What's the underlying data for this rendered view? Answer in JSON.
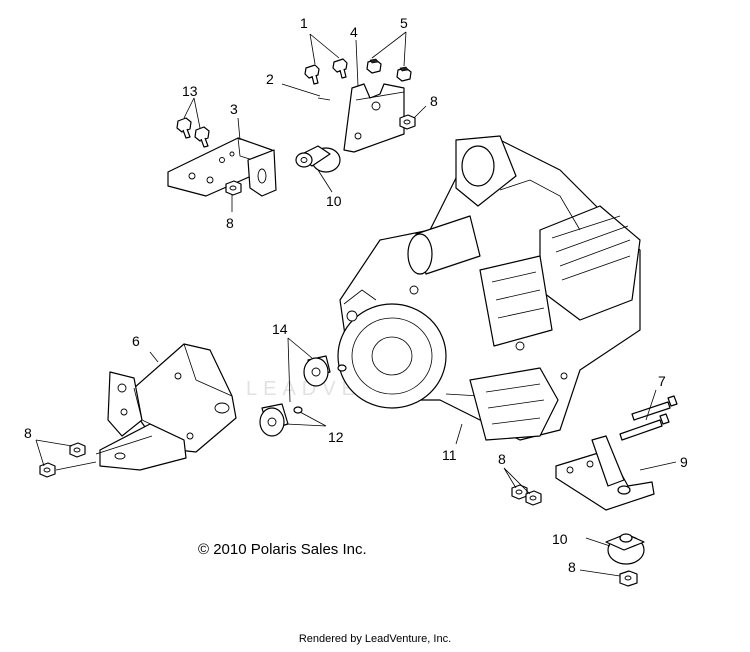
{
  "diagram": {
    "callouts": {
      "c1": "1",
      "c2": "2",
      "c3": "3",
      "c4": "4",
      "c5": "5",
      "c6": "6",
      "c7": "7",
      "c8a": "8",
      "c8b": "8",
      "c8c": "8",
      "c8d": "8",
      "c8e": "8",
      "c9": "9",
      "c10a": "10",
      "c10b": "10",
      "c11": "11",
      "c12": "12",
      "c13": "13",
      "c14": "14"
    },
    "watermark": "LEADVENTURE"
  },
  "footer": {
    "copyright": "© 2010 Polaris Sales Inc.",
    "rendered_by": "Rendered by LeadVenture, Inc."
  }
}
